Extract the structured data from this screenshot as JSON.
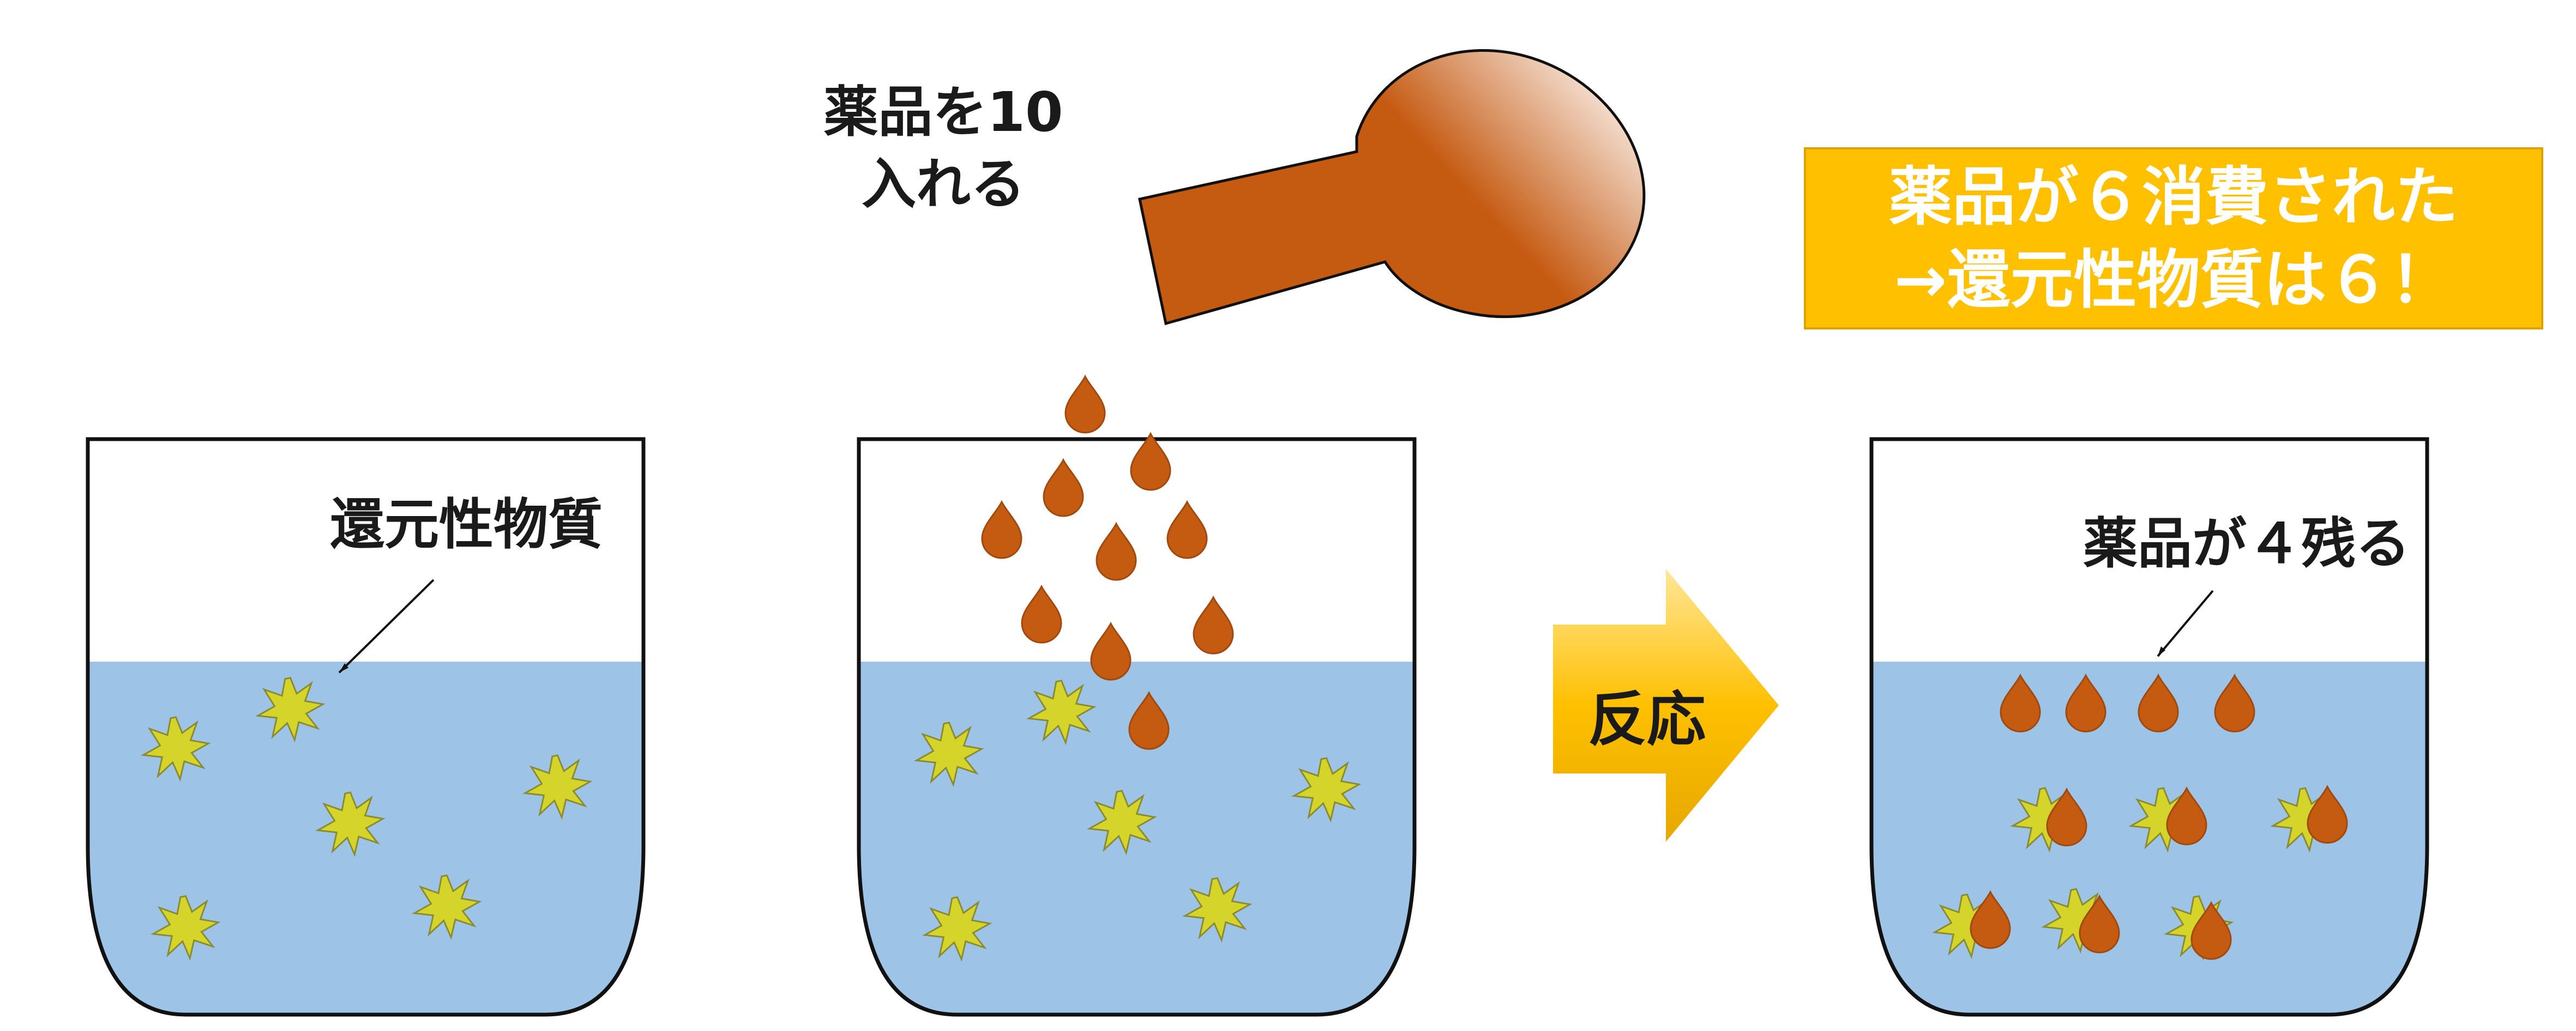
{
  "labels": {
    "add_line1": "薬品を10",
    "add_line2": "入れる",
    "reducer": "還元性物質",
    "reaction": "反応",
    "remaining": "薬品が４残る"
  },
  "result": {
    "line1": "薬品が６消費された",
    "line2": "→還元性物質は６！"
  },
  "colors": {
    "liquid": "#9dc3e6",
    "drop": "#c55a11",
    "star": "#d4d42a",
    "arrow": "#ffc000",
    "result_box": "#ffc000"
  }
}
